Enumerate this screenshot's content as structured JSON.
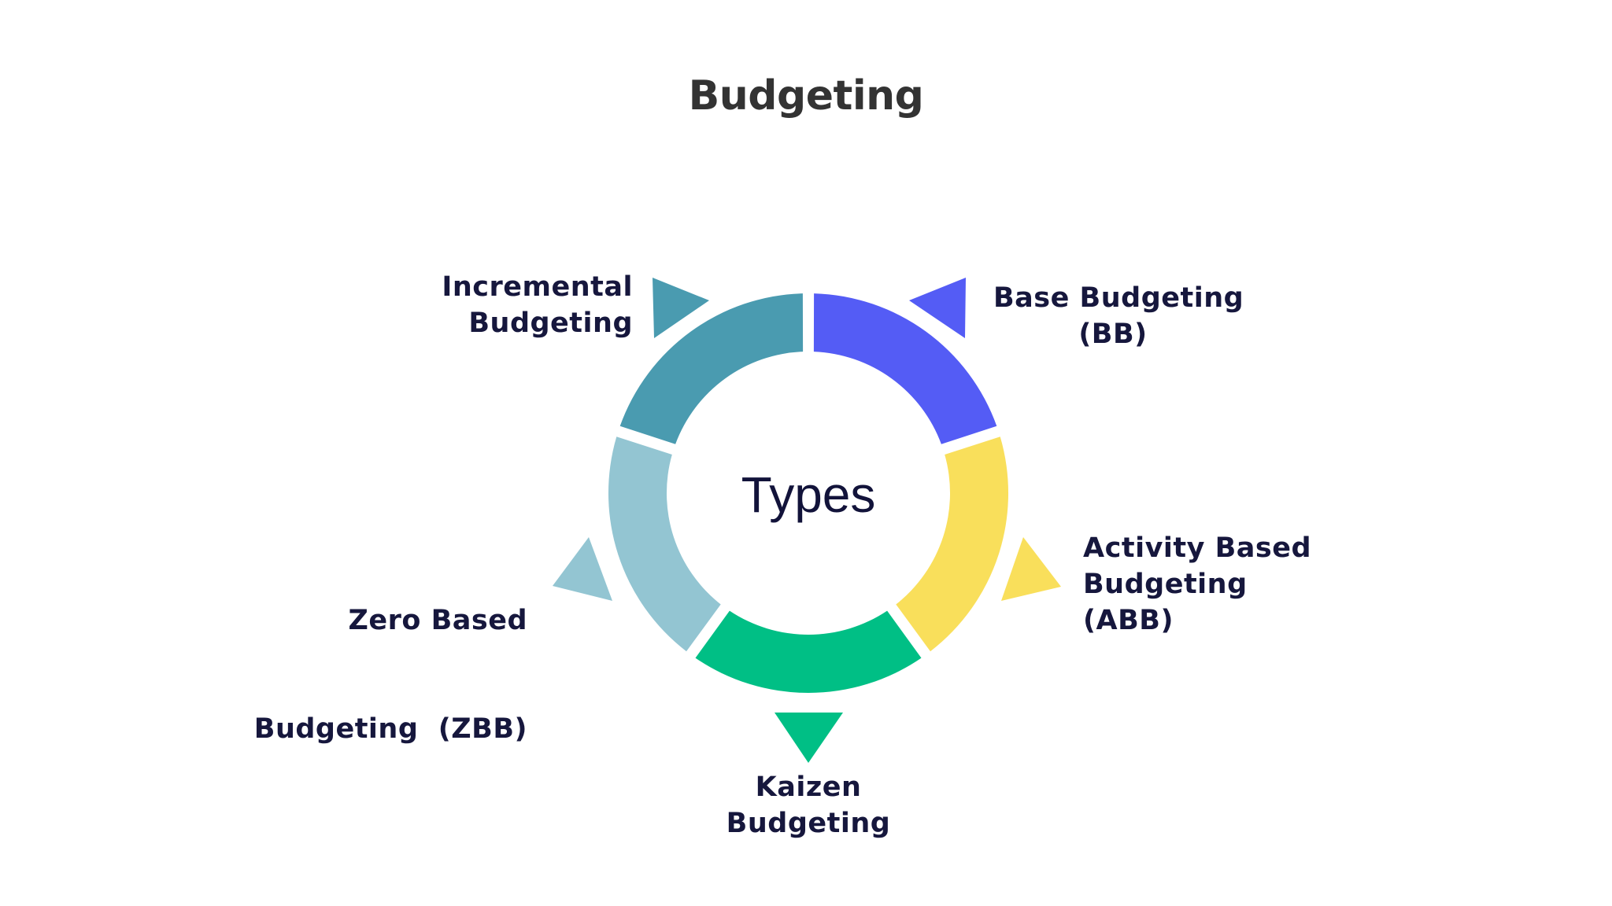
{
  "title": "Budgeting",
  "center_label": "Types",
  "colors": {
    "incremental": "#4a9bb0",
    "base": "#545cf5",
    "activity": "#f9df5b",
    "kaizen": "#00bf85",
    "zero": "#93c5d2",
    "text": "#16173d",
    "title": "#333333"
  },
  "types": [
    {
      "id": "incremental",
      "lines": [
        "Incremental",
        "Budgeting"
      ]
    },
    {
      "id": "base",
      "lines": [
        "Base Budgeting",
        "(BB)"
      ]
    },
    {
      "id": "activity",
      "lines": [
        "Activity Based",
        "Budgeting",
        "(ABB)"
      ]
    },
    {
      "id": "kaizen",
      "lines": [
        "Kaizen",
        "Budgeting"
      ]
    },
    {
      "id": "zero",
      "lines": [
        "Zero Based",
        "Budgeting  (ZBB)"
      ]
    }
  ]
}
